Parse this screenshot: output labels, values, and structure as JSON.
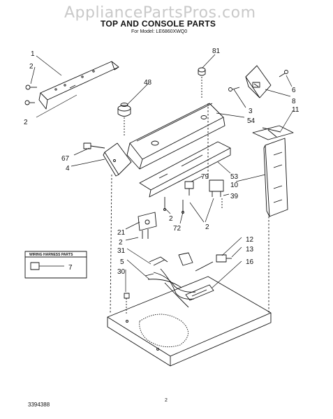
{
  "watermark": "AppliancePartsPros.com",
  "title": "TOP AND CONSOLE PARTS",
  "subtitle": "For Model: LE6860XWQ0",
  "legend": {
    "title": "WIRING HARNESS PARTS",
    "number": "7"
  },
  "callouts": {
    "c1": "1",
    "c2a": "2",
    "c2b": "2",
    "c48": "48",
    "c81": "81",
    "c6": "6",
    "c8": "8",
    "c3": "3",
    "c54": "54",
    "c11": "11",
    "c67": "67",
    "c4": "4",
    "c53": "53",
    "c10": "10",
    "c79": "79",
    "c39": "39",
    "c2c": "2",
    "c72": "72",
    "c2d": "2",
    "c21": "21",
    "c2e": "2",
    "c31": "31",
    "c5": "5",
    "c30": "30",
    "c12": "12",
    "c13": "13",
    "c16": "16"
  },
  "footer": {
    "doc_number": "3394388",
    "page": "2"
  }
}
